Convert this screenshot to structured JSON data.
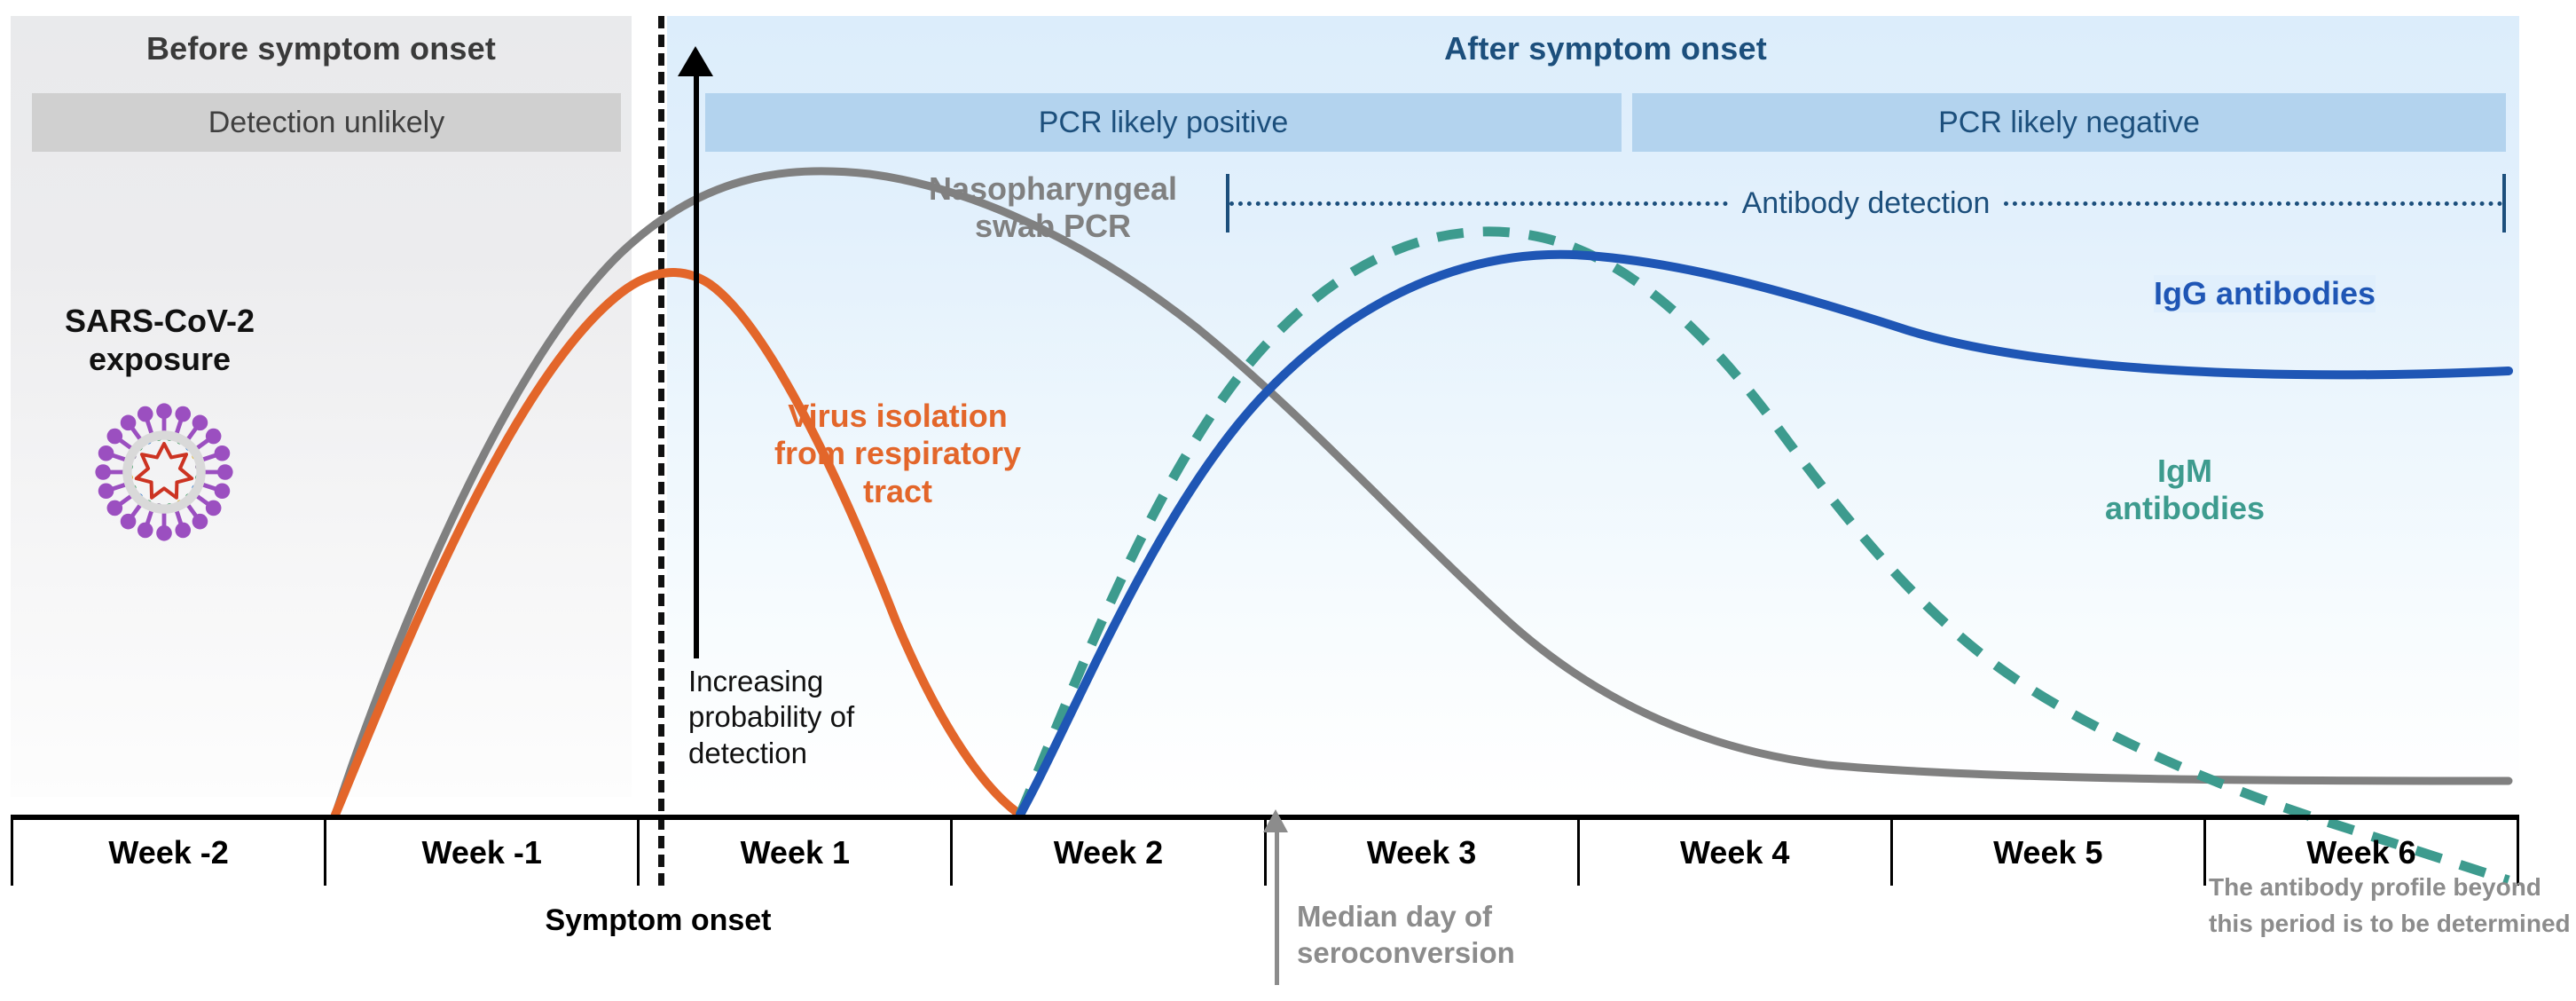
{
  "headers": {
    "before": "Before symptom onset",
    "after": "After symptom onset"
  },
  "bars": {
    "detection_unlikely": "Detection unlikely",
    "pcr_positive": "PCR likely positive",
    "pcr_negative": "PCR likely negative"
  },
  "brackets": {
    "antibody_detection": "Antibody detection"
  },
  "axis": {
    "y_label": "Increasing probability of detection",
    "weeks": [
      "Week -2",
      "Week -1",
      "Week 1",
      "Week 2",
      "Week 3",
      "Week 4",
      "Week 5",
      "Week 6"
    ],
    "symptom_onset": "Symptom onset"
  },
  "annotations": {
    "exposure": "SARS-CoV-2 exposure",
    "nasopharyngeal": "Nasopharyngeal swab PCR",
    "virus_isolation": "Virus isolation from respiratory tract",
    "igg": "IgG antibodies",
    "igm": "IgM antibodies",
    "seroconversion": "Median day of seroconversion",
    "beyond_note": "The antibody profile beyond this period is to be determined"
  },
  "colors": {
    "pcr_gray": "#808080",
    "virus_orange": "#E3662A",
    "igg_blue": "#1F56B5",
    "igm_teal": "#3D9B8E",
    "header_blue": "#1C4F7C",
    "bar_blue": "#B3D3EE",
    "bar_gray": "#D0D0D0",
    "panel_before": "#ECECEE",
    "panel_after": "#DCEDFB"
  },
  "chart_data": {
    "type": "line",
    "title": "SARS-CoV-2 diagnostic test sensitivity over time",
    "xlabel": "",
    "ylabel": "Increasing probability of detection",
    "categories": [
      "Week -2",
      "Week -1",
      "Week 1",
      "Week 2",
      "Week 3",
      "Week 4",
      "Week 5",
      "Week 6"
    ],
    "xlim": [
      -2,
      6
    ],
    "ylim": [
      0,
      1
    ],
    "grid": false,
    "legend": "inline-annotations",
    "series": [
      {
        "name": "Nasopharyngeal swab PCR",
        "color": "#808080",
        "style": "solid",
        "x": [
          -1.98,
          -1.5,
          -1.0,
          -0.5,
          0.0,
          0.45,
          1.0,
          1.6,
          2.2,
          2.8,
          3.4,
          4.0,
          4.6,
          5.2,
          6.0
        ],
        "y": [
          0.0,
          0.46,
          0.7,
          0.81,
          0.86,
          0.87,
          0.84,
          0.76,
          0.62,
          0.44,
          0.27,
          0.15,
          0.09,
          0.06,
          0.05
        ]
      },
      {
        "name": "Virus isolation from respiratory tract",
        "color": "#E3662A",
        "style": "solid",
        "x": [
          -1.98,
          -1.5,
          -1.0,
          -0.5,
          -0.1,
          0.3,
          0.7,
          1.0
        ],
        "y": [
          0.0,
          0.38,
          0.6,
          0.72,
          0.74,
          0.66,
          0.42,
          0.0
        ]
      },
      {
        "name": "IgM antibodies",
        "color": "#3D9B8E",
        "style": "dashed",
        "x": [
          1.0,
          1.3,
          1.7,
          2.1,
          2.5,
          2.9,
          3.3,
          3.8,
          4.4,
          5.0,
          5.6,
          6.0
        ],
        "y": [
          0.0,
          0.3,
          0.56,
          0.72,
          0.79,
          0.79,
          0.74,
          0.62,
          0.44,
          0.3,
          0.18,
          0.12
        ]
      },
      {
        "name": "IgG antibodies",
        "color": "#1F56B5",
        "style": "solid",
        "x": [
          1.0,
          1.4,
          1.8,
          2.2,
          2.6,
          3.0,
          3.6,
          4.2,
          4.8,
          5.4,
          6.0
        ],
        "y": [
          0.0,
          0.26,
          0.5,
          0.67,
          0.77,
          0.8,
          0.78,
          0.74,
          0.7,
          0.67,
          0.64
        ]
      }
    ],
    "annotations": [
      {
        "text": "Symptom onset",
        "x": 0,
        "kind": "dashed-vline"
      },
      {
        "text": "Median day of seroconversion",
        "x": 2.0,
        "kind": "up-arrow"
      },
      {
        "text": "Detection unlikely",
        "span": [
          -2,
          0
        ],
        "kind": "band"
      },
      {
        "text": "PCR likely positive",
        "span": [
          0,
          3
        ],
        "kind": "band"
      },
      {
        "text": "PCR likely negative",
        "span": [
          3,
          6
        ],
        "kind": "band"
      },
      {
        "text": "Antibody detection",
        "span": [
          1.8,
          6
        ],
        "kind": "bracket"
      }
    ]
  }
}
